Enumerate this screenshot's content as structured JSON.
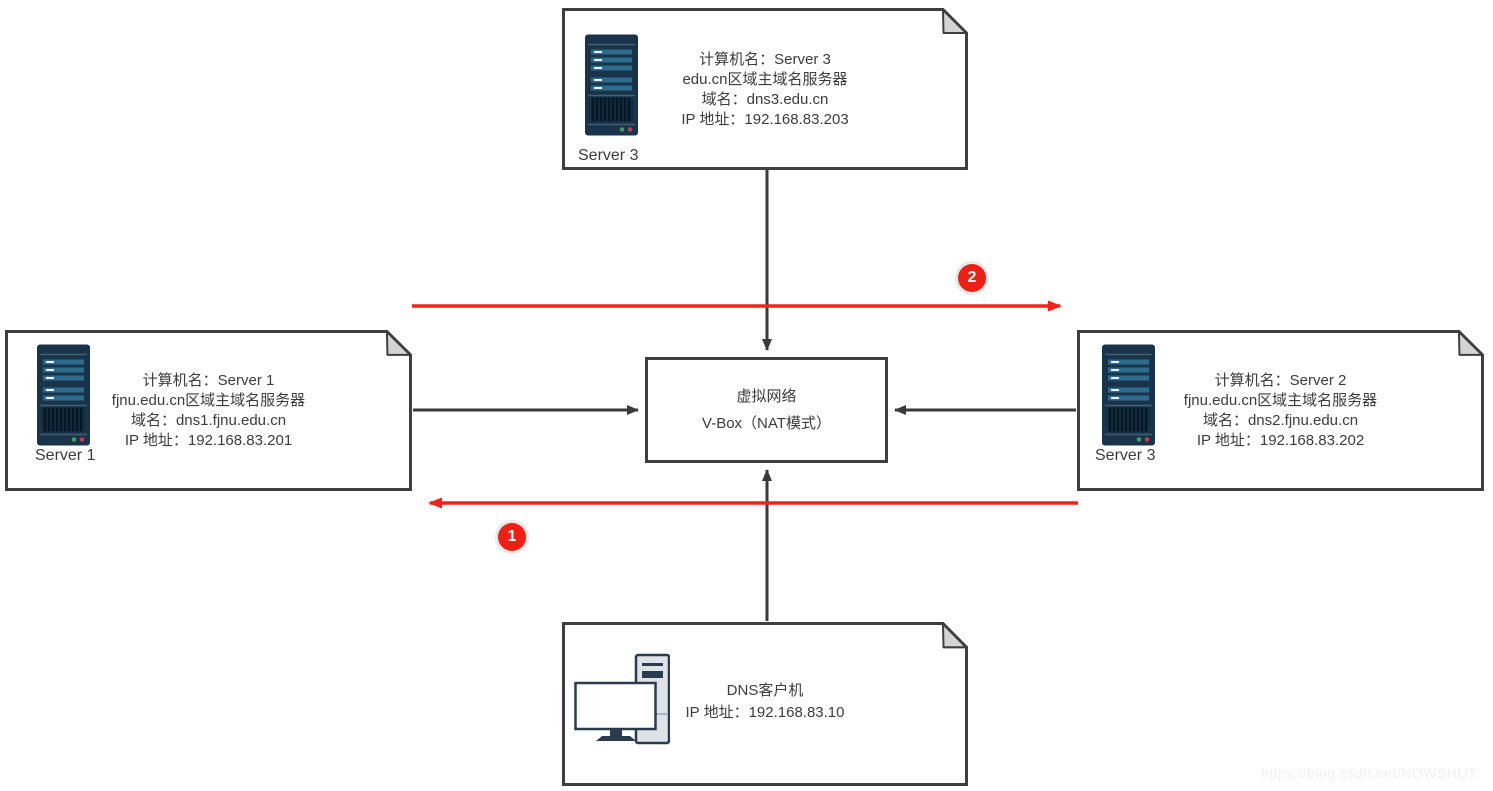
{
  "nodes": {
    "top": {
      "line1": "计算机名：Server 3",
      "line2": "edu.cn区域主域名服务器",
      "line3": "域名：dns3.edu.cn",
      "line4": "IP 地址：192.168.83.203",
      "caption": "Server 3"
    },
    "left": {
      "line1": "计算机名：Server 1",
      "line2": "fjnu.edu.cn区域主域名服务器",
      "line3": "域名：dns1.fjnu.edu.cn",
      "line4": "IP 地址：192.168.83.201",
      "caption": "Server 1"
    },
    "right": {
      "line1": "计算机名：Server 2",
      "line2": "fjnu.edu.cn区域主域名服务器",
      "line3": "域名：dns2.fjnu.edu.cn",
      "line4": "IP 地址：192.168.83.202",
      "caption": "Server 3"
    },
    "center": {
      "line1": "虚拟网络",
      "line2": "V-Box（NAT模式）"
    },
    "bottom": {
      "line1": "DNS客户机",
      "line2": "IP 地址：192.168.83.10"
    }
  },
  "badges": {
    "step1": "1",
    "step2": "2"
  },
  "watermark": "https://blog.csdn.net/NOWSHUT",
  "colors": {
    "frame": "#3f3f3f",
    "arrow_black": "#3a3a3a",
    "arrow_red": "#f0241a",
    "server_body": "#18334a",
    "server_bar": "#2e6c8c",
    "led_green": "#3da156",
    "led_red": "#c23b50",
    "client_blue": "#2b6fd4"
  }
}
